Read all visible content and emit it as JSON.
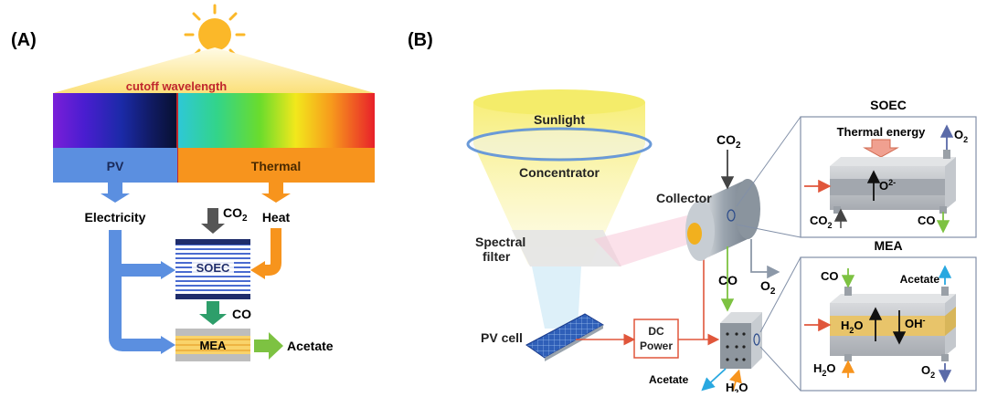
{
  "panel_a": {
    "label": "(A)",
    "cutoff_label": "cutoff wavelength",
    "pv_label": "PV",
    "thermal_label": "Thermal",
    "electricity_label": "Electricity",
    "heat_label": "Heat",
    "co2_label": "CO",
    "co2_sub": "2",
    "soec_label": "SOEC",
    "co_label": "CO",
    "mea_label": "MEA",
    "acetate_label": "Acetate"
  },
  "panel_b": {
    "label": "(B)",
    "sunlight_label": "Sunlight",
    "concentrator_label": "Concentrator",
    "spectral_filter_line1": "Spectral",
    "spectral_filter_line2": "filter",
    "collector_label": "Collector",
    "co2_top_label": "CO",
    "co2_top_sub": "2",
    "co_mid_label": "CO",
    "o2_mid_label": "O",
    "o2_mid_sub": "2",
    "pv_cell_label": "PV cell",
    "dc_power_line1": "DC",
    "dc_power_line2": "Power",
    "acetate_out_label": "Acetate",
    "h2o_in_label": "H",
    "h2o_in_sub": "2",
    "h2o_in_tail": "O",
    "soec_box": {
      "title": "SOEC",
      "thermal_label": "Thermal energy",
      "o2_label": "O",
      "o2_sub": "2",
      "ion_label": "O",
      "ion_sup": "2-",
      "co2_label": "CO",
      "co2_sub": "2",
      "co_label": "CO"
    },
    "mea_box": {
      "title": "MEA",
      "co_label": "CO",
      "acetate_label": "Acetate",
      "h2o_label": "H",
      "h2o_sub": "2",
      "h2o_tail": "O",
      "oh_label": "OH",
      "oh_sup": "-",
      "h2o_in_label": "H",
      "h2o_in_sub": "2",
      "h2o_in_tail": "O",
      "o2_label": "O",
      "o2_sub": "2"
    }
  },
  "colors": {
    "pv_blue": "#5B8FE0",
    "thermal_orange": "#F7941D",
    "co_green": "#2E9E6A",
    "acetate_green": "#7DC242",
    "soec_navy": "#1F2D6B",
    "sun_yellow": "#FBB829",
    "red_line": "#E0563B",
    "cutoff_red": "#C0272D"
  }
}
